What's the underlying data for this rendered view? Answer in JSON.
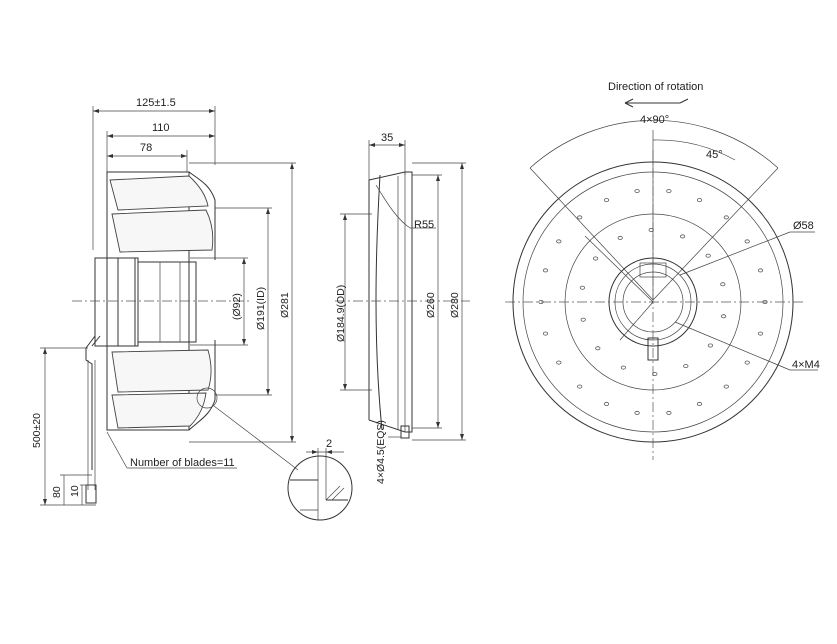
{
  "drawing": {
    "side_view": {
      "dim_overall_width": "125±1.5",
      "dim_width_110": "110",
      "dim_width_78": "78",
      "dim_d92": "(Ø92)",
      "dim_d191": "Ø191(ID)",
      "dim_d281": "Ø281",
      "dim_cable": "500±20",
      "dim_80": "80",
      "dim_10": "10",
      "blades_label": "Number of blades=11"
    },
    "section_view": {
      "dim_35": "35",
      "dim_r55": "R55",
      "dim_d184": "Ø184.9(OD)",
      "dim_d260": "Ø260",
      "dim_d280": "Ø280",
      "dim_holes": "4×Ø4.5(EQS)"
    },
    "detail_view": {
      "dim_2": "2"
    },
    "front_view": {
      "rotation_label": "Direction of rotation",
      "dim_4x90": "4×90°",
      "dim_45": "45°",
      "dim_d58": "Ø58",
      "dim_4xm4": "4×M4"
    }
  }
}
